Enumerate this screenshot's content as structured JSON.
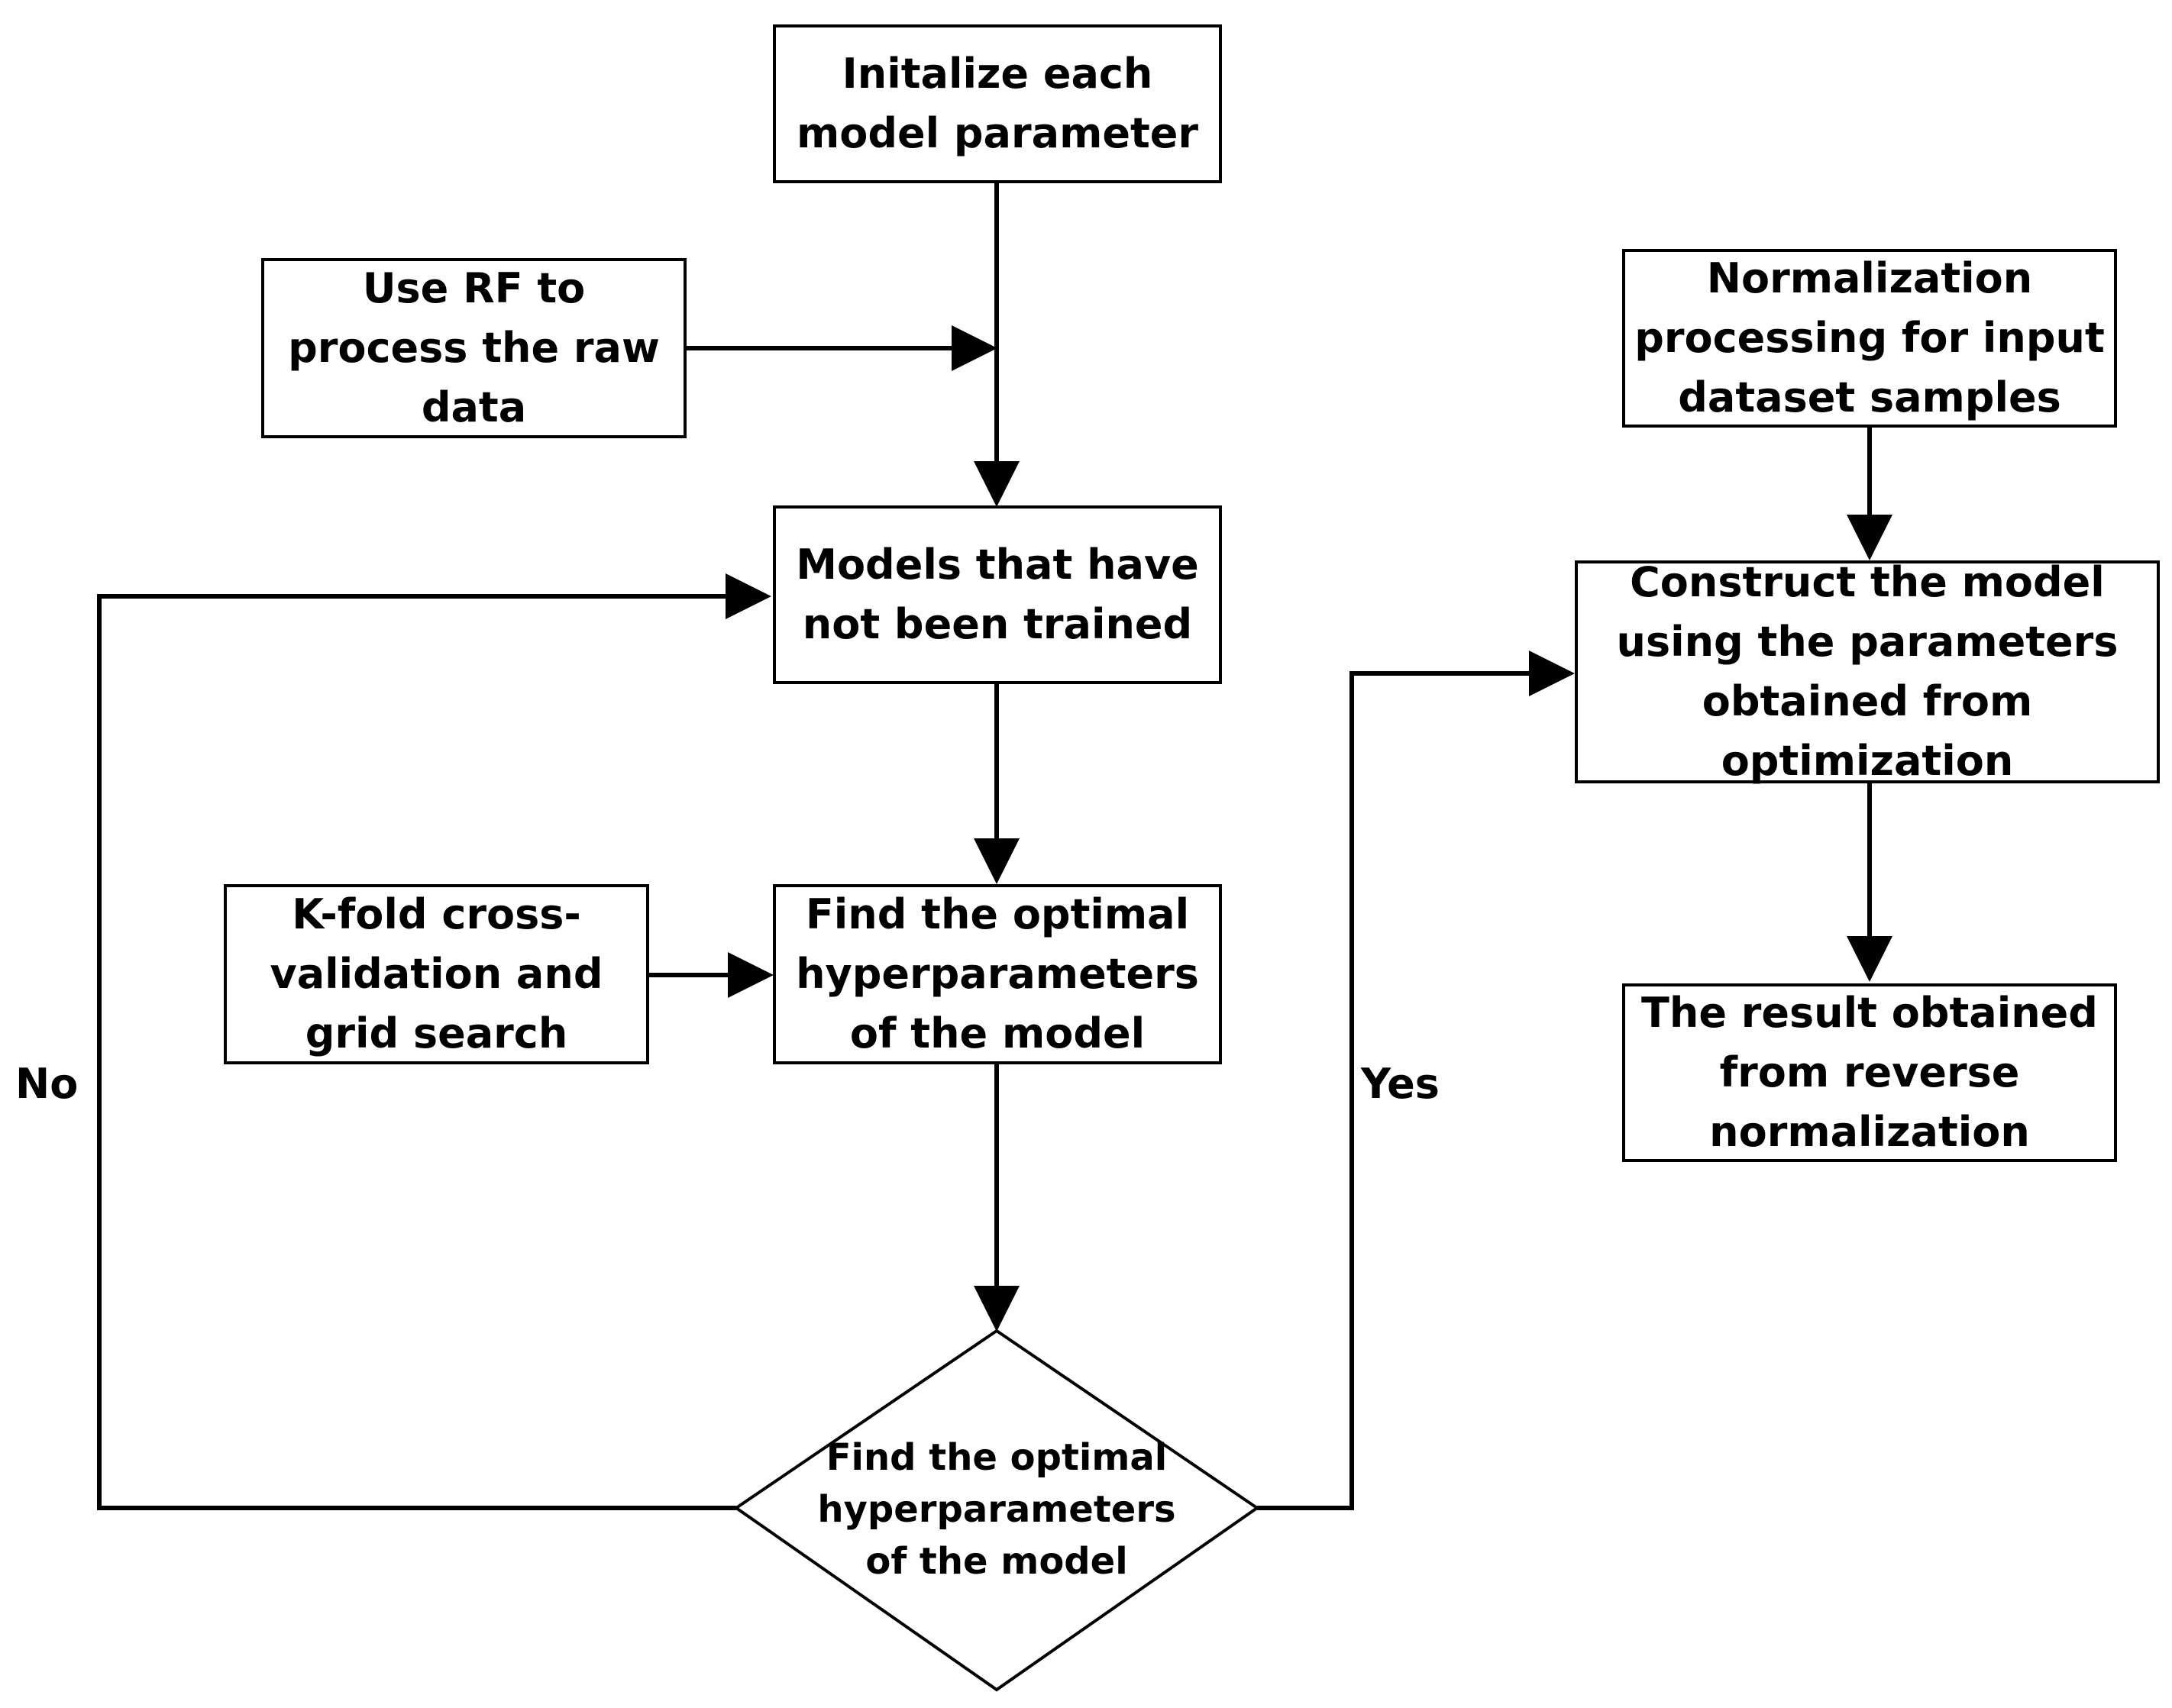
{
  "nodes": {
    "init": "Initalize each model parameter",
    "rf": "Use RF to process the raw data",
    "untrained": "Models that have not been trained",
    "kfold": "K-fold cross-validation and grid search",
    "find": "Find the optimal hyperparameters of the model",
    "decision": "Find the optimal hyperparameters of the model",
    "normalize": "Normalization processing for input dataset samples",
    "construct": "Construct the model using the parameters obtained from optimization",
    "result": "The result obtained from reverse normalization"
  },
  "branches": {
    "no": "No",
    "yes": "Yes"
  }
}
